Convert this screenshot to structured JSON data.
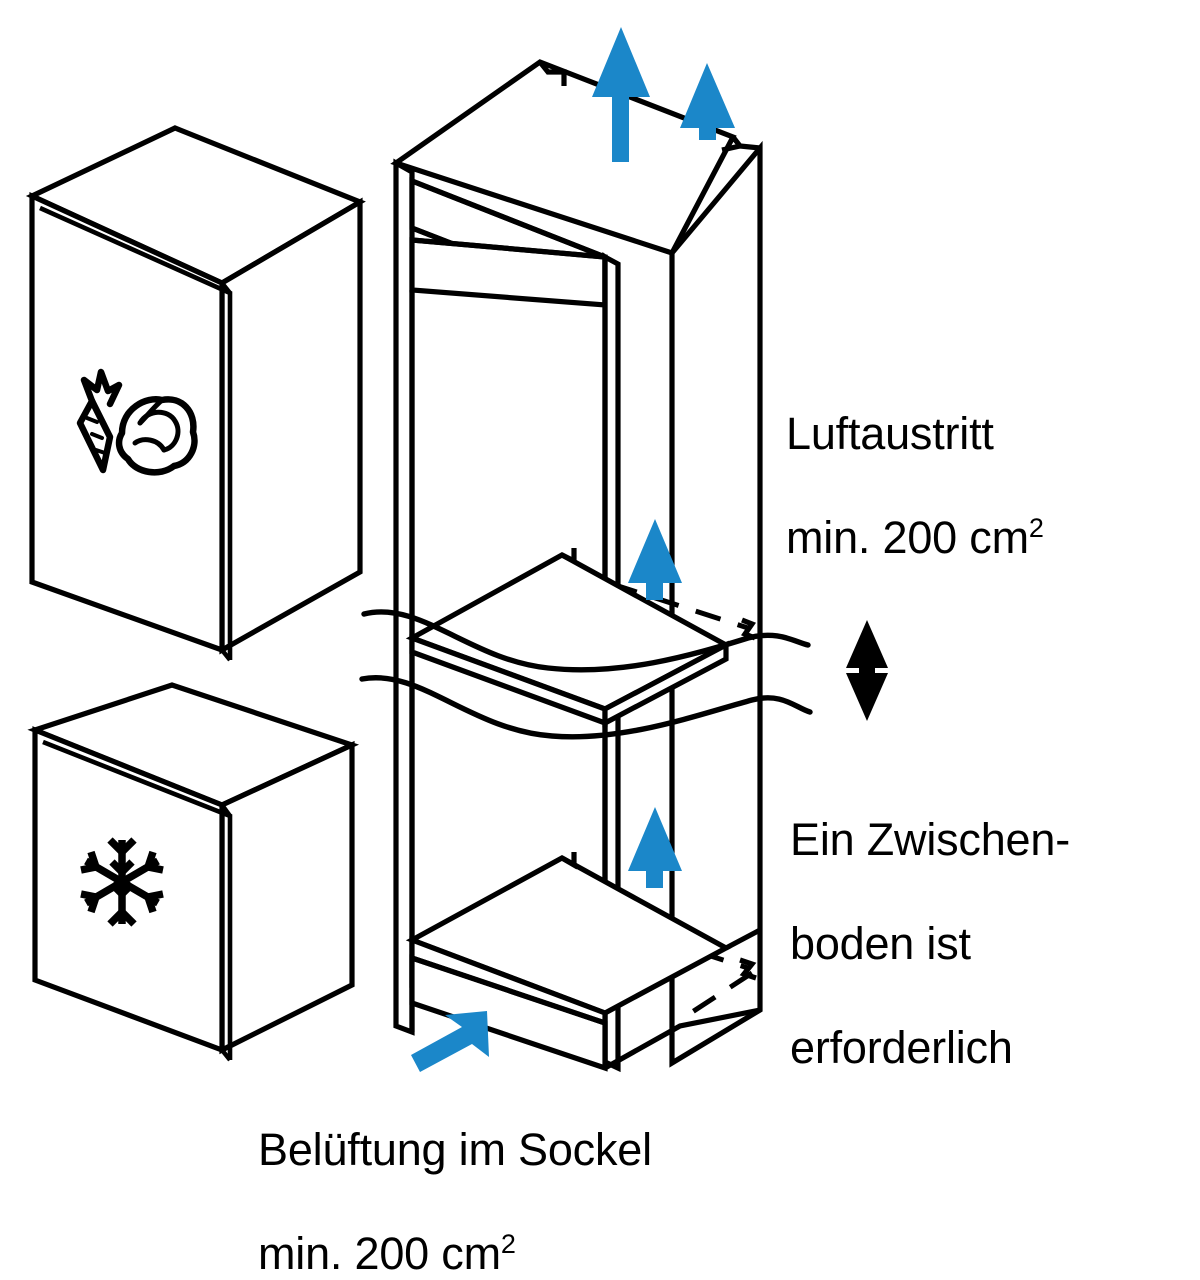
{
  "diagram": {
    "title": "Einbau-Kühl-Gefrier-Kombination Belüftungsschema",
    "colors": {
      "airflow_arrow": "#1b87c9",
      "line": "#000000",
      "background": "#ffffff"
    },
    "labels": {
      "air_outlet": {
        "line1": "Luftaustritt",
        "line2_prefix": "min. 200 cm",
        "line2_sup": "2"
      },
      "intermediate_shelf": {
        "line1": "Ein Zwischen-",
        "line2": "boden ist",
        "line3": "erforderlich"
      },
      "plinth_ventilation": {
        "line1": "Belüftung im Sockel",
        "line2_prefix": "min. 200 cm",
        "line2_sup": "2"
      }
    },
    "appliances": [
      {
        "name": "fridge-unit",
        "icon": "carrot-lettuce-icon",
        "icon_meaning": "Kühlfach / Gemüse"
      },
      {
        "name": "freezer-unit",
        "icon": "snowflake-icon",
        "icon_meaning": "Gefrierfach"
      }
    ],
    "airflow": [
      {
        "name": "top-outlet-arrow-left",
        "direction": "up",
        "color": "#1b87c9"
      },
      {
        "name": "top-outlet-arrow-right",
        "direction": "up",
        "color": "#1b87c9"
      },
      {
        "name": "upper-compartment-arrow",
        "direction": "up",
        "color": "#1b87c9"
      },
      {
        "name": "lower-compartment-arrow",
        "direction": "up",
        "color": "#1b87c9"
      },
      {
        "name": "plinth-inlet-arrow",
        "direction": "up-right",
        "color": "#1b87c9"
      },
      {
        "name": "shelf-height-arrow",
        "direction": "double-vertical",
        "color": "#000000"
      }
    ]
  }
}
